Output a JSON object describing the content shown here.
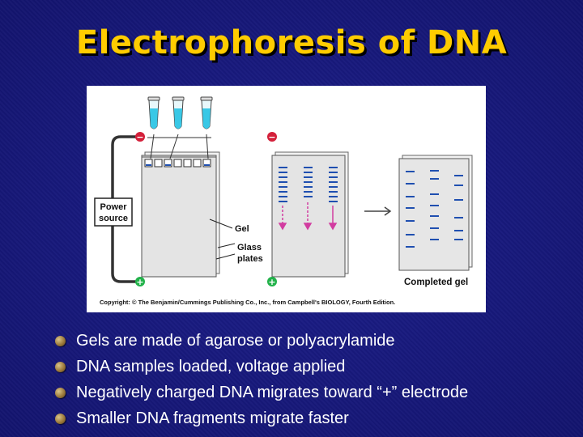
{
  "slide": {
    "title": "Electrophoresis of DNA"
  },
  "figure": {
    "labels": {
      "power_source_line1": "Power",
      "power_source_line2": "source",
      "gel": "Gel",
      "glass_line1": "Glass",
      "glass_line2": "plates",
      "completed_gel": "Completed gel",
      "negative": "−",
      "positive": "+"
    },
    "copyright": "Copyright: © The Benjamin/Cummings Publishing Co., Inc., from Campbell's BIOLOGY, Fourth Edition."
  },
  "bullets": [
    "Gels are made of agarose or polyacrylamide",
    "DNA samples loaded, voltage applied",
    "Negatively charged DNA migrates toward “+” electrode",
    "Smaller DNA fragments migrate faster"
  ],
  "colors": {
    "title": "#ffcc00",
    "background": "#15167a",
    "bullet_text": "#ffffff",
    "band_blue": "#1f4fb0",
    "arrow_magenta": "#d23ca0",
    "electrode_red": "#d4203a",
    "electrode_green": "#22b24a",
    "tube_cyan": "#39c8e6"
  }
}
